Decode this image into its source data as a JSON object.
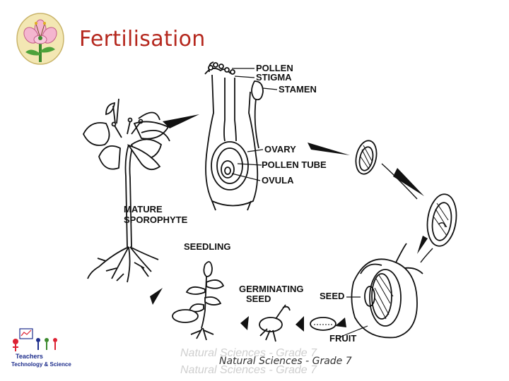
{
  "title": "Fertilisation",
  "labels": {
    "pollen": "POLLEN",
    "stigma": "STIGMA",
    "stamen": "STAMEN",
    "ovary": "OVARY",
    "pollen_tube": "POLLEN TUBE",
    "ovula": "OVULA",
    "mature_line1": "MATURE",
    "mature_line2": "SPOROPHYTE",
    "seedling": "SEEDLING",
    "germinating_line1": "GERMINATING",
    "germinating_line2": "SEED",
    "seed": "SEED",
    "fruit": "FRUIT"
  },
  "footer": {
    "text": "Natural Sciences - Grade 7"
  },
  "branding": {
    "line1": "Teachers",
    "line2": "Technology & Science"
  },
  "colors": {
    "title": "#b5281e",
    "logo_ring": "#f3e7b3",
    "logo_petal": "#f4b6cf",
    "brand": "#1d2d8c"
  }
}
